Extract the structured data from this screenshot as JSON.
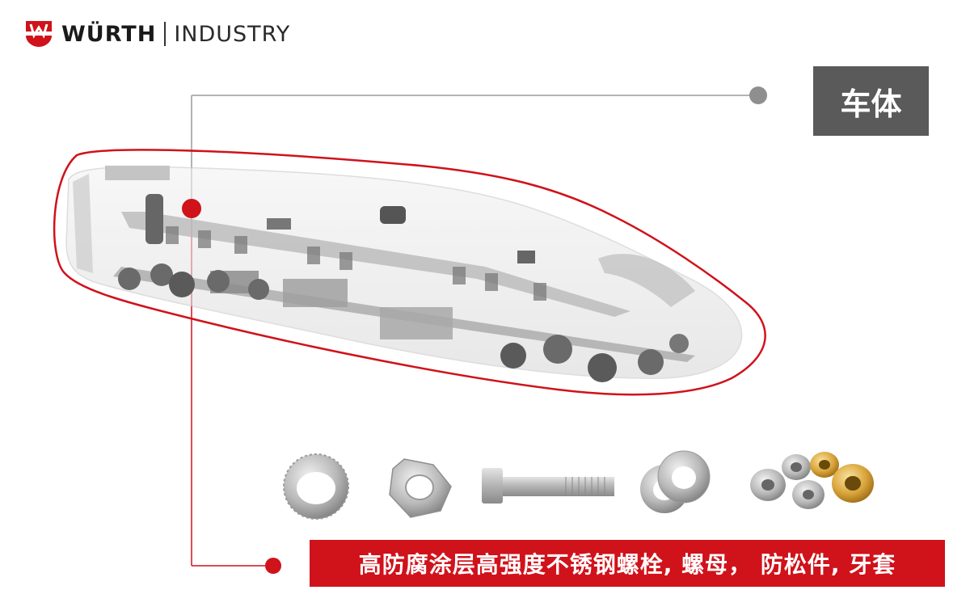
{
  "header": {
    "brand": "WÜRTH",
    "division": "INDUSTRY"
  },
  "section": {
    "label": "车体"
  },
  "caption": {
    "text": "高防腐涂层高强度不锈钢螺栓, 螺母， 防松件, 牙套"
  },
  "colors": {
    "accent": "#d0121b",
    "tag_background": "#5a5a5a",
    "connector": "#9a9a9a"
  },
  "icons": [
    "wurth-logo-icon",
    "lock-washer-icon",
    "hex-nut-icon",
    "hex-bolt-icon",
    "wedge-lock-washer-icon",
    "thread-insert-icon"
  ]
}
